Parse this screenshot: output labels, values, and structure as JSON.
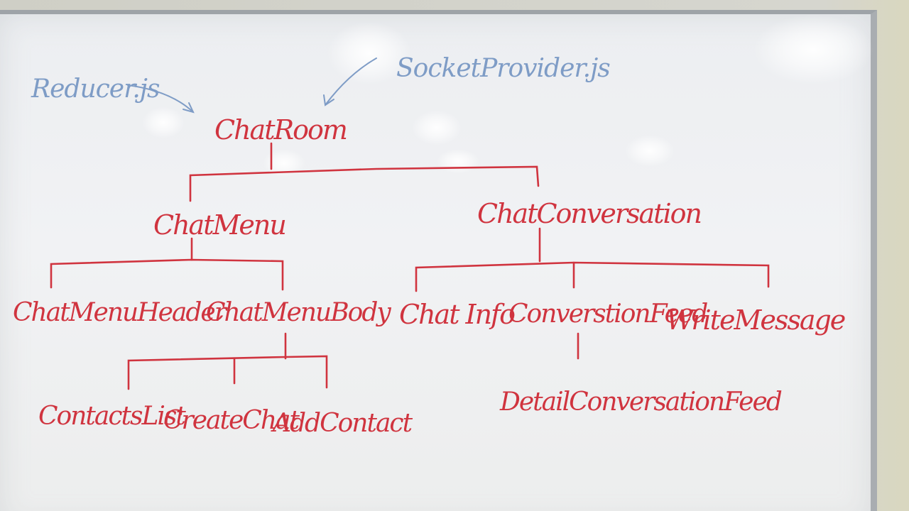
{
  "colors": {
    "marker_red": "#d0343f",
    "marker_blue": "#7e9cc6",
    "board": "#f0f1f3",
    "frame": "#a9adb1"
  },
  "annotations": {
    "reducer": "Reducer.js",
    "socket_provider": "SocketProvider.js"
  },
  "tree": {
    "root": "ChatRoom",
    "chat_menu": "ChatMenu",
    "chat_conversation": "ChatConversation",
    "chat_menu_header": "ChatMenuHeader",
    "chat_menu_body": "ChatMenuBody",
    "contacts_list": "ContactsList",
    "create_chat": "CreateChat",
    "add_contact": "AddContact",
    "chat_info": "Chat Info",
    "conversation_feed": "ConverstionFeed",
    "write_message": "WriteMessage",
    "detail_conversation_feed": "DetailConversationFeed"
  }
}
